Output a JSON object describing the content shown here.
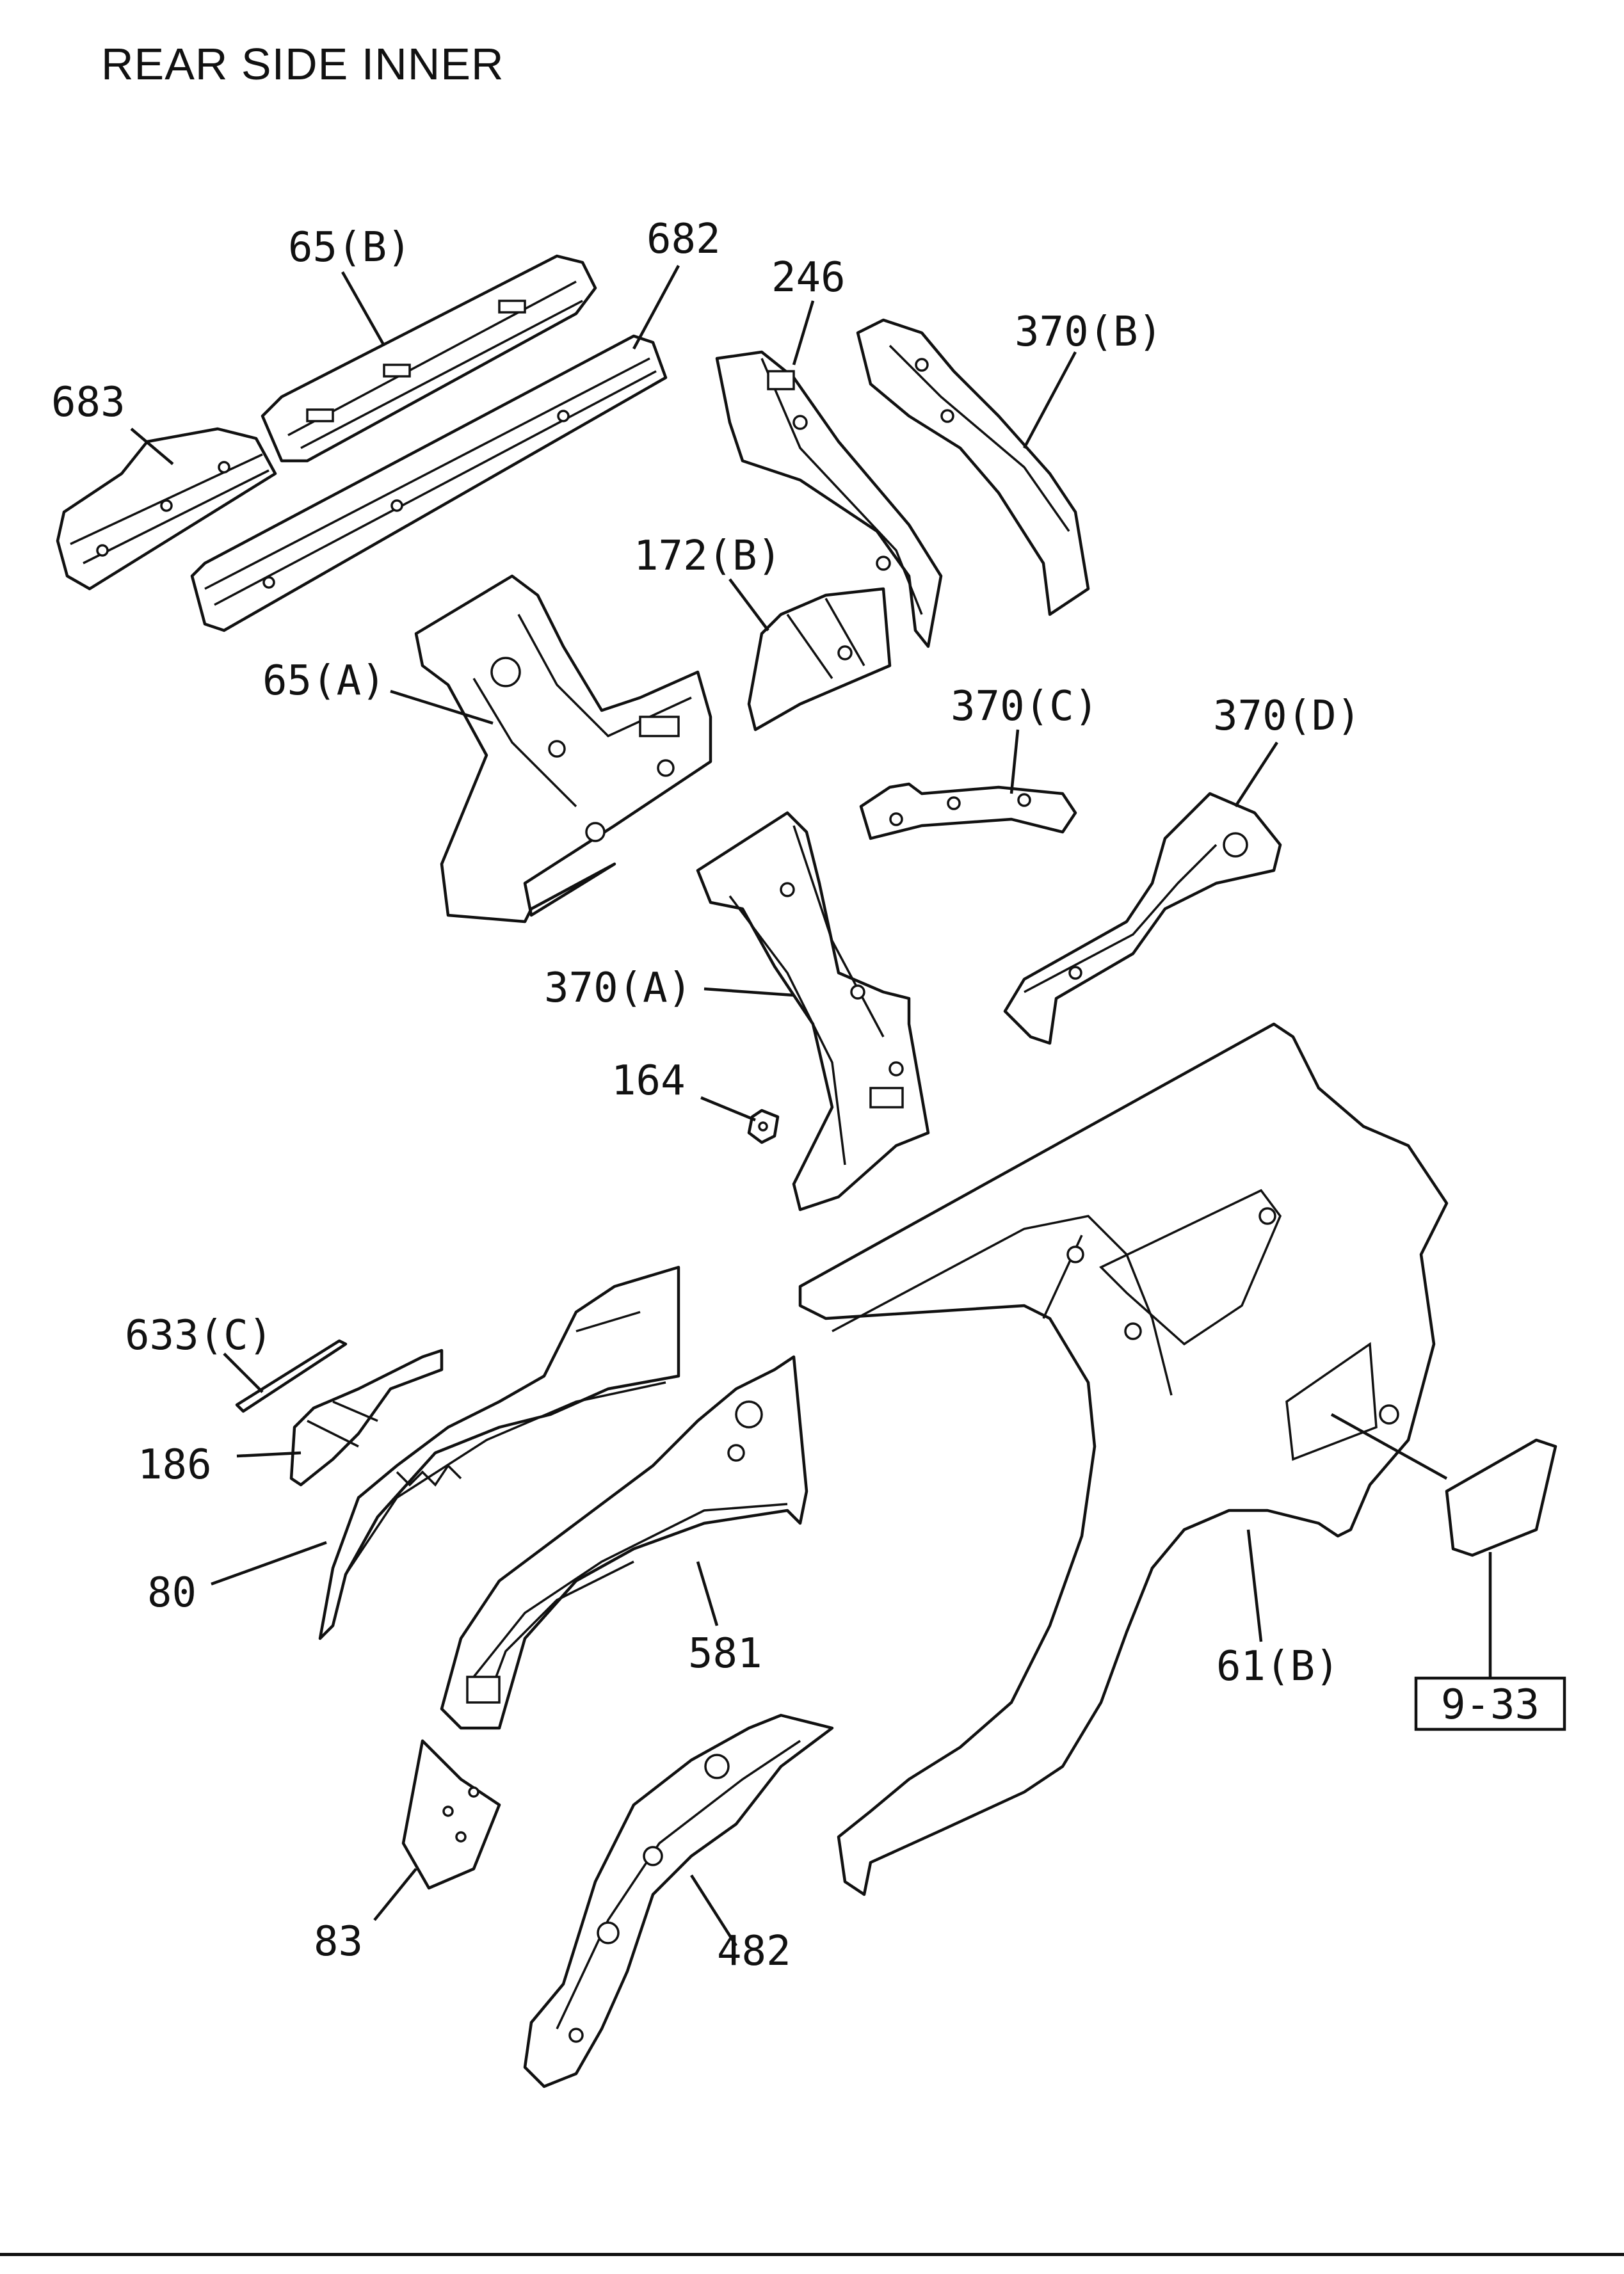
{
  "title": "REAR SIDE INNER",
  "reference_box": "9-33",
  "callouts": {
    "c683": "683",
    "c65b": "65(B)",
    "c682": "682",
    "c246": "246",
    "c370b": "370(B)",
    "c172b": "172(B)",
    "c65a": "65(A)",
    "c370c": "370(C)",
    "c370d": "370(D)",
    "c370a": "370(A)",
    "c164": "164",
    "c633c": "633(C)",
    "c186": "186",
    "c80": "80",
    "c581": "581",
    "c61b": "61(B)",
    "c83": "83",
    "c482": "482"
  }
}
